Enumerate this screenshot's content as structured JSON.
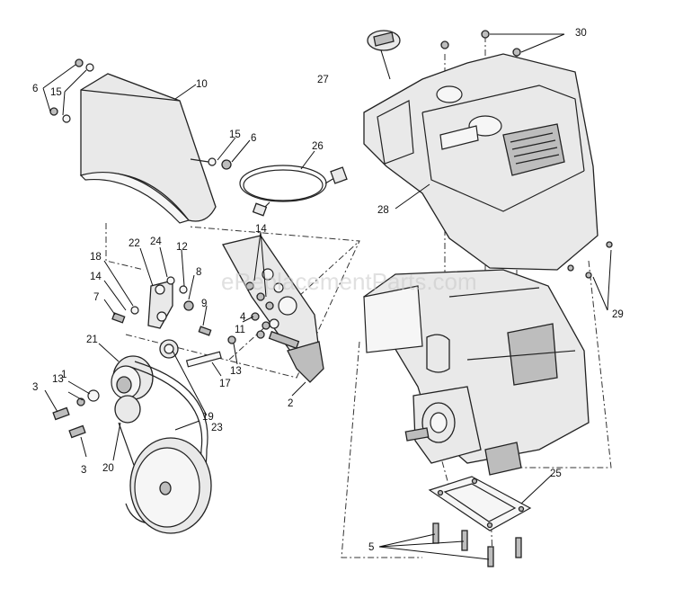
{
  "watermark": "eReplacementParts.com",
  "callouts": {
    "c1": "1",
    "c2": "2",
    "c3a": "3",
    "c3b": "3",
    "c4": "4",
    "c5": "5",
    "c6a": "6",
    "c6b": "6",
    "c7": "7",
    "c8": "8",
    "c9": "9",
    "c10": "10",
    "c11": "11",
    "c12": "12",
    "c13a": "13",
    "c13b": "13",
    "c14a": "14",
    "c14b": "14",
    "c15a": "15",
    "c15b": "15",
    "c17": "17",
    "c18": "18",
    "c19": "19",
    "c20": "20",
    "c21": "21",
    "c22": "22",
    "c23": "23",
    "c24": "24",
    "c25": "25",
    "c26": "26",
    "c27": "27",
    "c28": "28",
    "c29": "29",
    "c30": "30"
  }
}
